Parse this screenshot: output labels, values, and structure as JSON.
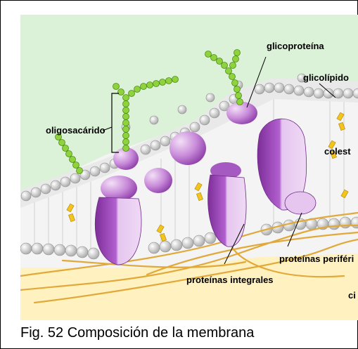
{
  "caption": "Fig. 52 Composición de la membrana",
  "labels": {
    "glycoprotein": "glicoproteína",
    "glycolipid": "glicolípido",
    "oligosaccharide": "oligosacárido",
    "cholesterol": "colest",
    "peripheral_proteins": "proteínas periféri",
    "integral_proteins": "proteínas integrales",
    "cytoskeleton": "ci"
  },
  "colors": {
    "background_top": "#dcf2d8",
    "background_bottom": "#fff2c0",
    "protein": "#b25fcf",
    "protein_light": "#e6c6ef",
    "lipid_head": "#c9c9c9",
    "sugar_chain": "#8ed23c",
    "cholesterol": "#f2c51d",
    "filament": "#e0a93a"
  }
}
